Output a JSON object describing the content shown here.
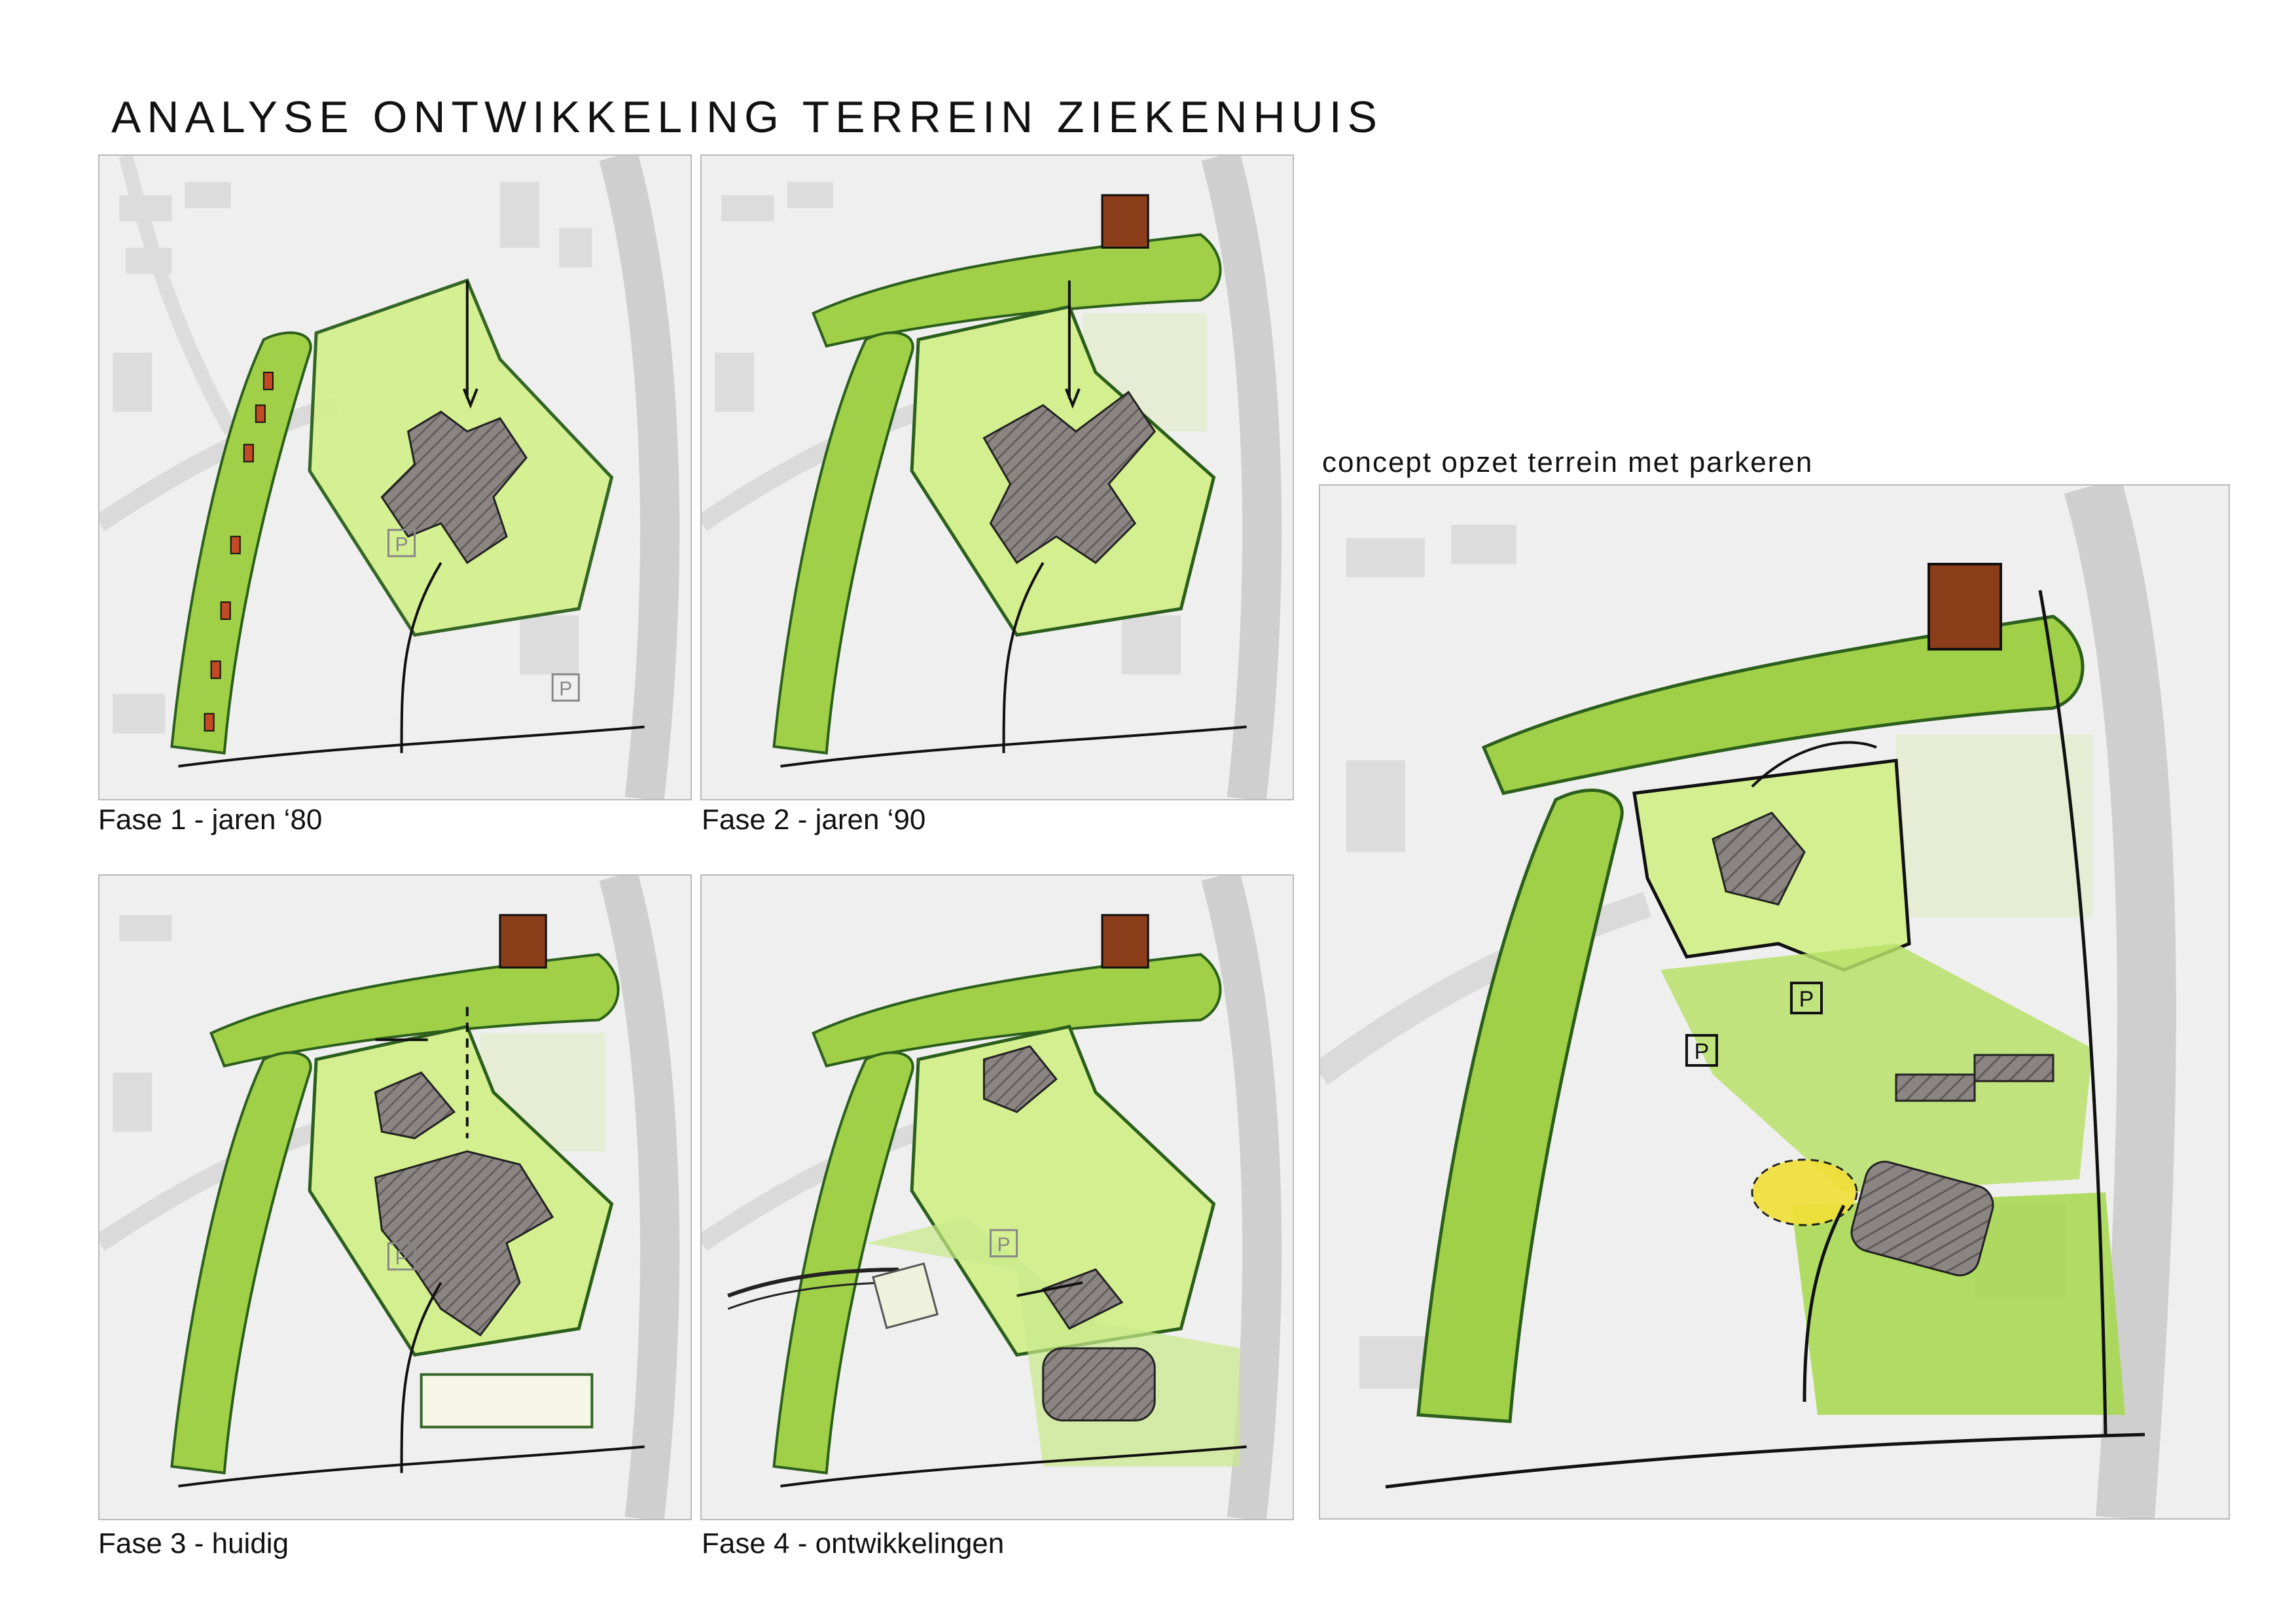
{
  "title": "ANALYSE ONTWIKKELING TERREIN ZIEKENHUIS",
  "concept": {
    "title": "concept opzet terrein met parkeren",
    "parking_labels": [
      "P",
      "P"
    ]
  },
  "phases": [
    {
      "caption": "Fase 1 - jaren ‘80",
      "parking_labels": [
        "P",
        "P"
      ]
    },
    {
      "caption": "Fase 2 - jaren ‘90"
    },
    {
      "caption": "Fase 3 - huidig",
      "parking_labels": [
        "P"
      ]
    },
    {
      "caption": "Fase 4 - ontwikkelingen",
      "parking_labels": [
        "P"
      ]
    }
  ],
  "colors": {
    "green_light": "#d4ef8f",
    "green_bright": "#a6d84a",
    "green_dark": "#3f8f25",
    "building_hatch": "#7a7472",
    "roof_brown": "#8a3d18",
    "house_red": "#c24a24",
    "sketch_line": "#111111",
    "map_base": "#efefef",
    "highlight_yellow": "#f2e038"
  },
  "legend_icons": [
    "arrow-icon",
    "parking-icon",
    "tree-line-icon",
    "hatched-building-icon"
  ]
}
